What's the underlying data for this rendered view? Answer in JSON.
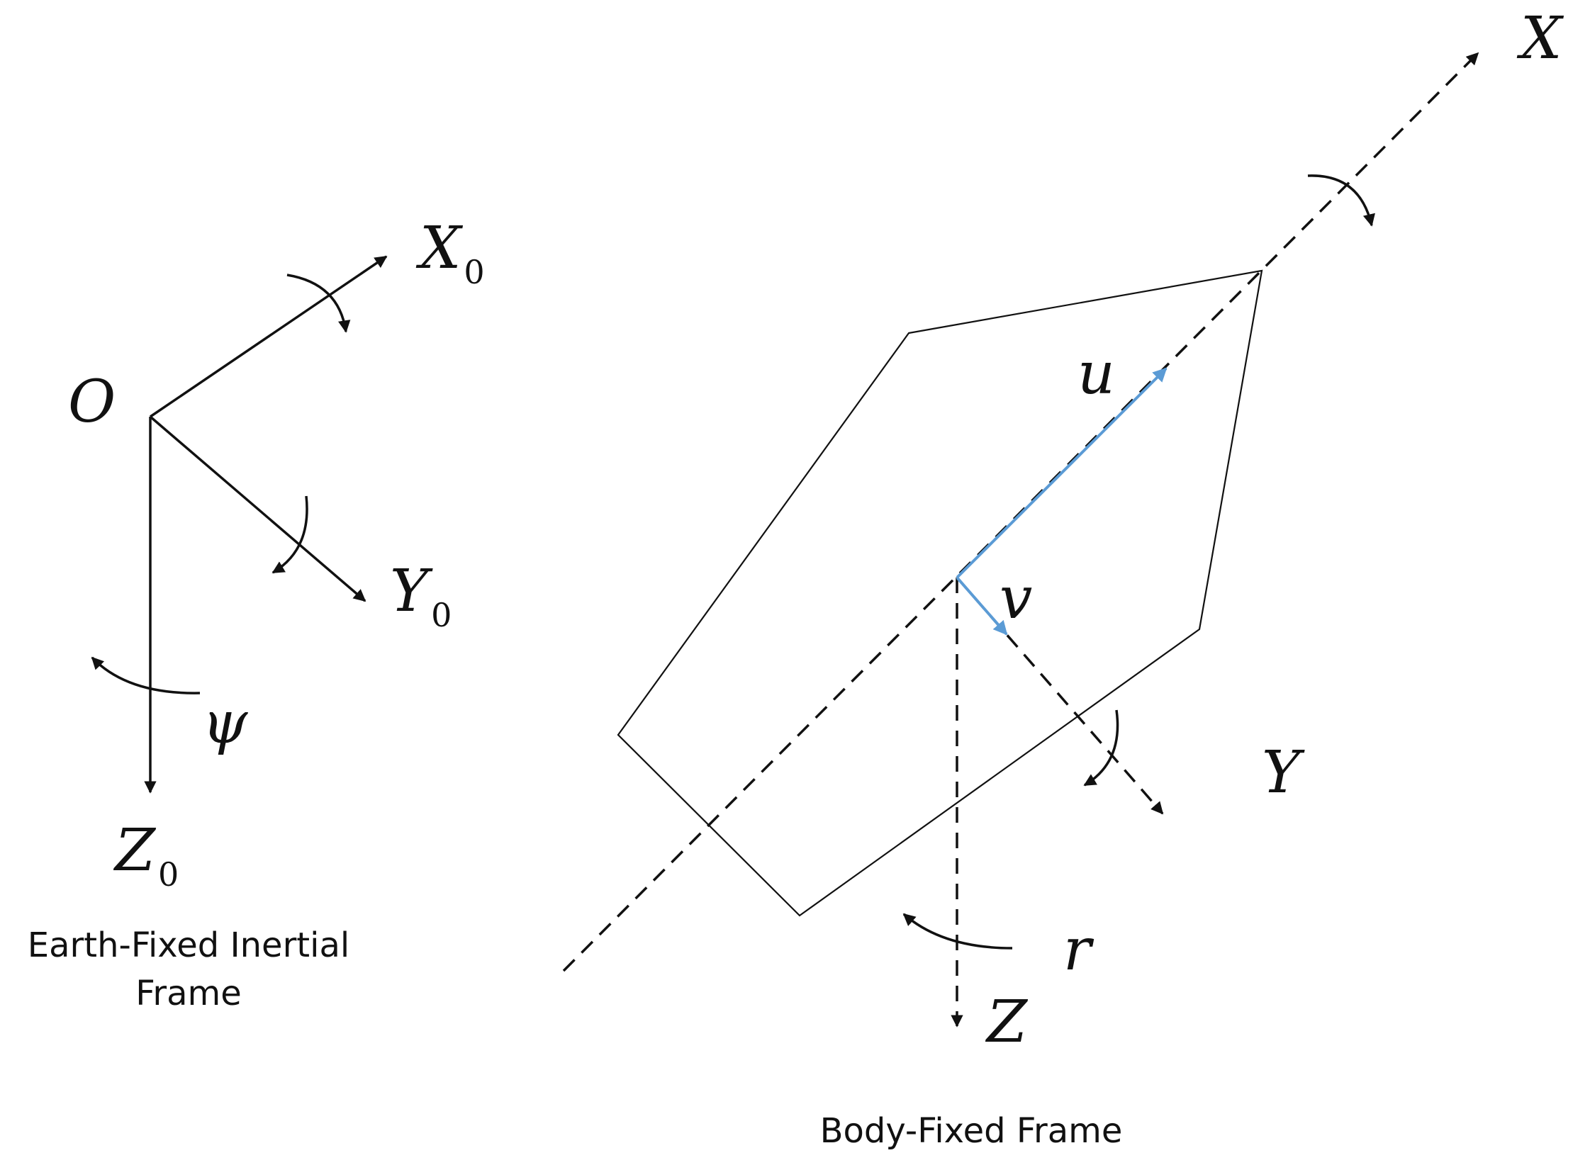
{
  "earth_frame": {
    "origin_label": "O",
    "x_axis": {
      "letter": "X",
      "sub": "0"
    },
    "y_axis": {
      "letter": "Y",
      "sub": "0"
    },
    "z_axis": {
      "letter": "Z",
      "sub": "0"
    },
    "yaw_label": "ψ",
    "caption_line1": "Earth-Fixed Inertial",
    "caption_line2": "Frame"
  },
  "body_frame": {
    "x_axis_label": "X",
    "y_axis_label": "Y",
    "z_axis_label": "Z",
    "surge_label": "u",
    "sway_label": "v",
    "yaw_rate_label": "r",
    "caption": "Body-Fixed Frame"
  },
  "colors": {
    "ink": "#111111",
    "velocity": "#5b9bd5"
  }
}
